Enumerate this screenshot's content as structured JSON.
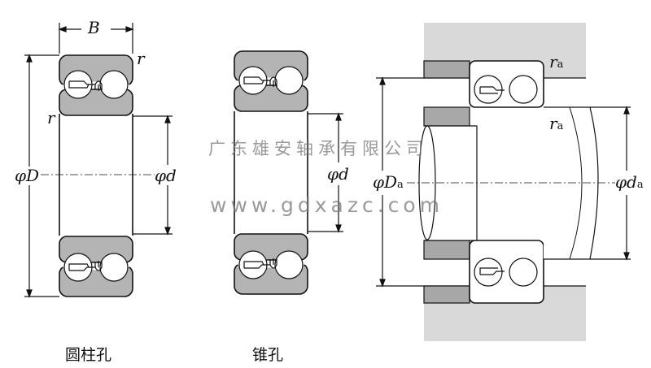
{
  "labels": {
    "width": "B",
    "chamfer": "r",
    "outer_diameter": "φD",
    "bore_diameter": "φd",
    "housing_shoulder_diameter": "φD",
    "housing_shoulder_sub": "a",
    "shaft_shoulder_diameter": "φd",
    "shaft_shoulder_sub": "a",
    "fillet_radius": "r",
    "fillet_sub": "a"
  },
  "captions": {
    "cylindrical_bore": "圆柱孔",
    "tapered_bore": "锥孔"
  },
  "watermark": {
    "company": "广东雄安轴承有限公司",
    "website": "www.gdxazc.com"
  },
  "colors": {
    "ring_fill": "#b4b4b4",
    "housing_fill": "#d9d9d9",
    "spacer_fill": "#a8a8a8"
  }
}
